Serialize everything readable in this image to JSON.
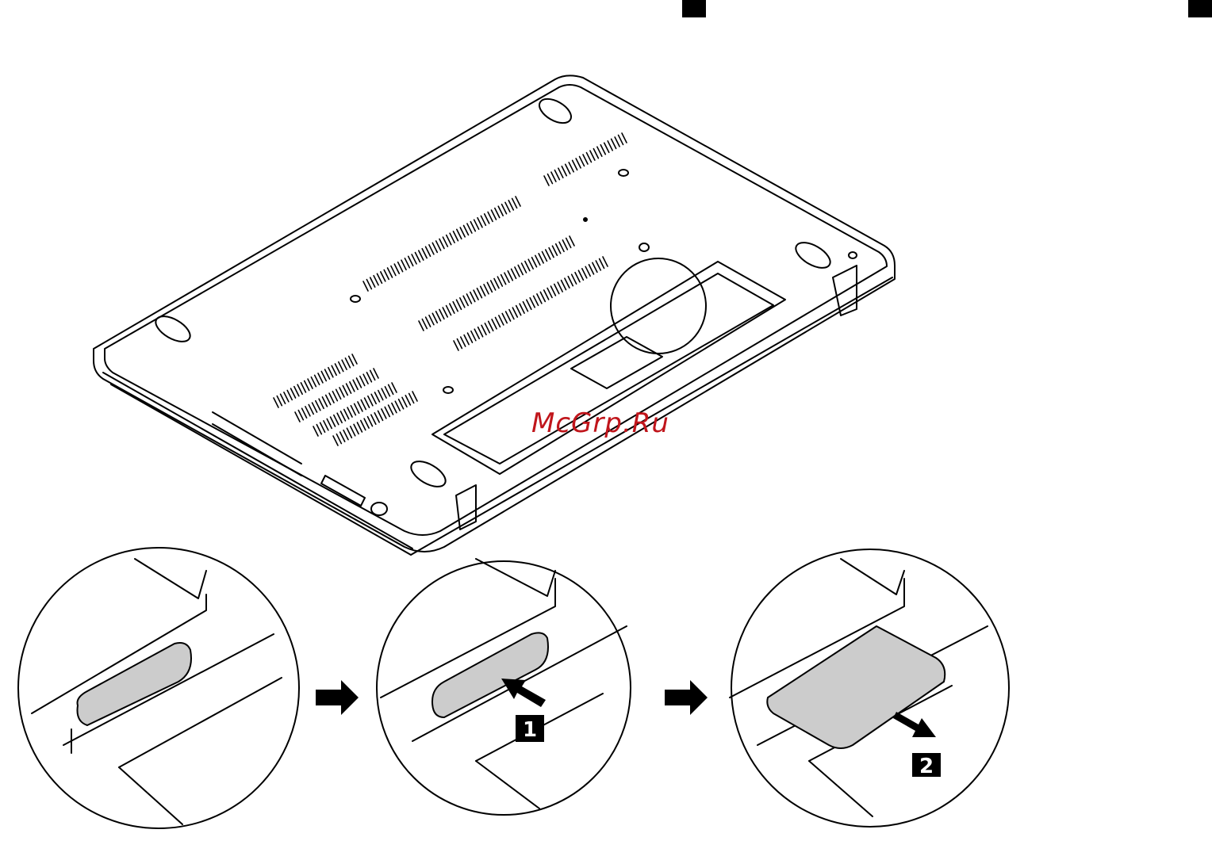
{
  "watermark": "McGrp.Ru",
  "steps": [
    {
      "label": "1"
    },
    {
      "label": "2"
    }
  ],
  "colors": {
    "line": "#000000",
    "tray_fill": "#cccccc",
    "watermark": "#c0151b"
  },
  "icons": [
    "arrow-right-icon",
    "push-arrow-icon",
    "pull-arrow-icon"
  ]
}
